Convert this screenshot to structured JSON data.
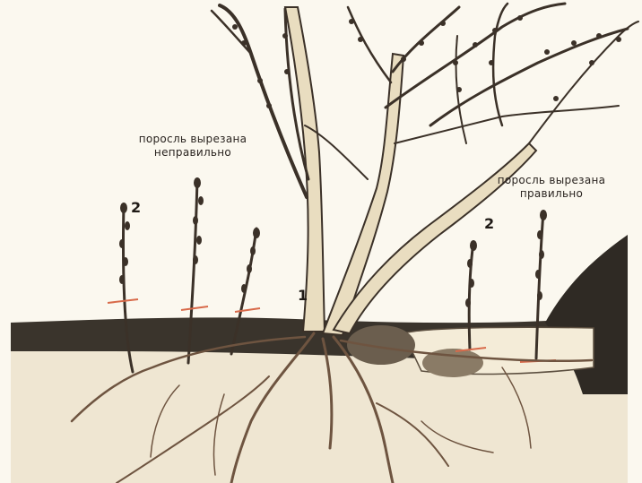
{
  "labels": {
    "wrong": [
      "поросль вырезана",
      "неправильно"
    ],
    "right": [
      "поросль вырезана",
      "правильно"
    ]
  },
  "markers": {
    "left_sucker": "2",
    "bush_base": "1",
    "right_sucker": "2"
  },
  "colors": {
    "background": "#fbf8ef",
    "topsoil": "#3a342c",
    "subsoil": "#efe6d2",
    "bark": "#e9ddc0",
    "bark_outline": "#3b3128",
    "cut_line": "#d86a4a",
    "roots": "#6e5440"
  }
}
